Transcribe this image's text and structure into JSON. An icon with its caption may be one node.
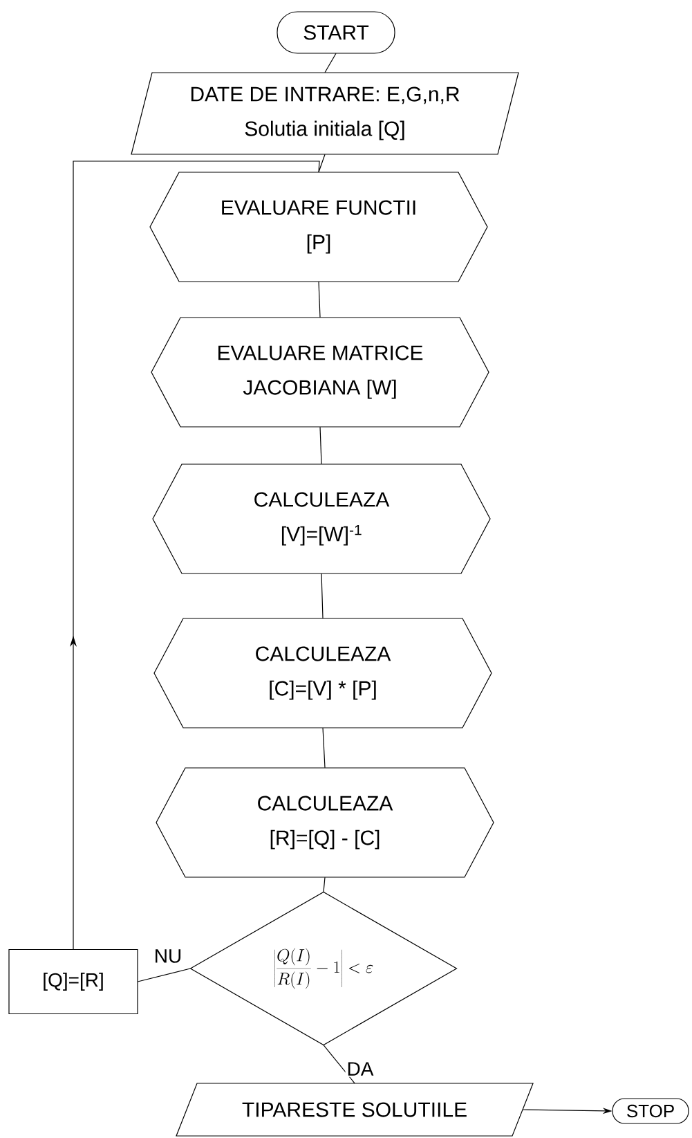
{
  "diagram": {
    "nodes": [
      {
        "text": [
          "START"
        ]
      },
      {
        "text": [
          "DATE DE INTRARE: E,G,n,R",
          "Solutia initiala [Q]"
        ]
      },
      {
        "text": [
          "EVALUARE FUNCTII",
          "[P]"
        ]
      },
      {
        "text": [
          "EVALUARE MATRICE",
          "JACOBIANA [W]"
        ]
      },
      {
        "text": [
          "CALCULEAZA",
          "[V]=[W]$^{-1}$"
        ]
      },
      {
        "text": [
          "CALCULEAZA",
          "[C]=[V] * [P]"
        ]
      },
      {
        "text": [
          "CALCULEAZA",
          "[R]=[Q] - [C]"
        ]
      },
      {
        "text": [
          "\\left|\\frac{Q(I)}{R(I)}-1\\right|<\\varepsilon"
        ]
      },
      {
        "text": [
          "[Q]=[R]"
        ]
      },
      {
        "text": [
          "TIPARESTE SOLUTIILE"
        ]
      },
      {
        "text": [
          "STOP"
        ]
      }
    ],
    "edges": [
      {
        "from": 0,
        "to": 1,
        "arrow": "none"
      },
      {
        "from": 1,
        "to": 2,
        "arrow": "none"
      },
      {
        "from": 2,
        "to": 3,
        "arrow": "none"
      },
      {
        "from": 3,
        "to": 4,
        "arrow": "none"
      },
      {
        "from": 4,
        "to": 5,
        "arrow": "none"
      },
      {
        "from": 5,
        "to": 6,
        "arrow": "none"
      },
      {
        "from": 6,
        "to": 7,
        "arrow": "none"
      },
      {
        "from": 7,
        "to": 8,
        "label": "NU",
        "arrow": "none"
      },
      {
        "from": 8,
        "to": 2,
        "arrow": "to"
      },
      {
        "from": 7,
        "to": 9,
        "label": "DA",
        "arrow": "none"
      },
      {
        "from": 9,
        "to": 10,
        "arrow": "to"
      }
    ]
  }
}
